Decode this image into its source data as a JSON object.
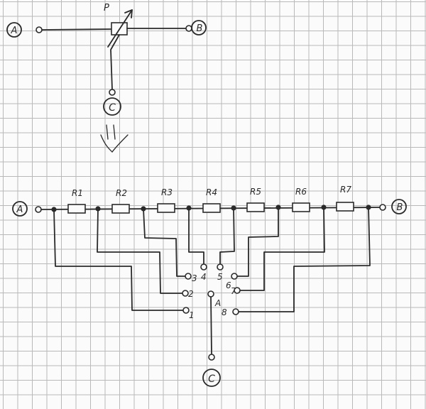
{
  "potentiometer": {
    "label": "P",
    "terminal_a": "A",
    "terminal_b": "B",
    "terminal_c": "C"
  },
  "circuit": {
    "terminal_a": "A",
    "terminal_b": "B",
    "terminal_c": "C",
    "resistors": [
      "R1",
      "R2",
      "R3",
      "R4",
      "R5",
      "R6",
      "R7"
    ],
    "switch_contacts": [
      "1",
      "2",
      "3",
      "4",
      "5",
      "6",
      "7",
      "8"
    ],
    "wiper_label": "A"
  },
  "colors": {
    "ink": "#2a2a2a",
    "grid": "#b9b9b9",
    "paper": "#fbfbfb"
  }
}
